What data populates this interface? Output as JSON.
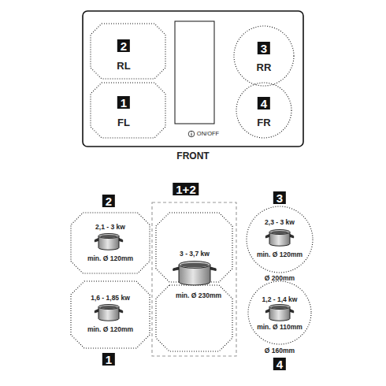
{
  "diagram": {
    "nodes": [
      {
        "text": [
          "ON/OFF",
          "FRONT"
        ]
      },
      {
        "text": [
          "2",
          "RL"
        ],
        "in": 0
      },
      {
        "text": [
          "3",
          "RR"
        ],
        "in": 0
      },
      {
        "text": [
          "1",
          "FL"
        ],
        "in": 0
      },
      {
        "text": [
          "4",
          "FR"
        ],
        "in": 0
      },
      {
        "text": [
          "2",
          "2,1 - 3 kw",
          "min. Ø 120mm"
        ]
      },
      {
        "text": [
          "1+2",
          "3 - 3,7 kw",
          "min. Ø 230mm"
        ]
      },
      {
        "text": [
          "3",
          "2,3 - 3 kw",
          "min. Ø 120mm",
          "Ø 200mm"
        ]
      },
      {
        "text": [
          "1,6 - 1,85 kw",
          "min. Ø 120mm",
          "1"
        ]
      },
      {
        "text": [
          "1,2 - 1,4 kw",
          "min. Ø 110mm",
          "Ø 160mm",
          "4"
        ]
      }
    ]
  }
}
